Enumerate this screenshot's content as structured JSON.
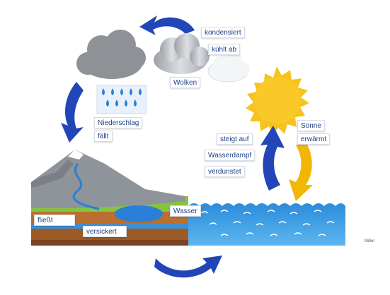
{
  "labels": {
    "kondensiert": "kondensiert",
    "kuehlt_ab": "kühlt ab",
    "wolken": "Wolken",
    "niederschlag": "Niederschlag",
    "faellt": "fällt",
    "sonne": "Sonne",
    "erwaermt": "erwärmt",
    "steigt_auf": "steigt auf",
    "wasserdampf": "Wasserdampf",
    "verdunstet": "verdunstet",
    "wasser": "Wasser",
    "fliesst": "fließt",
    "versickert": "versickert"
  },
  "brand": "Miller",
  "colors": {
    "cloud_grey": "#8e9296",
    "cloud_silver": "#b9bcc0",
    "cloud_white": "#f4f5f7",
    "sun": "#f7c21b",
    "arrow_blue": "#2246b8",
    "arrow_yellow": "#f2b705",
    "sea": "#3a9be0",
    "mountain": "#8f949b",
    "grass": "#86c43f",
    "soil": "#a9622a",
    "label_text": "#1d3f86"
  }
}
